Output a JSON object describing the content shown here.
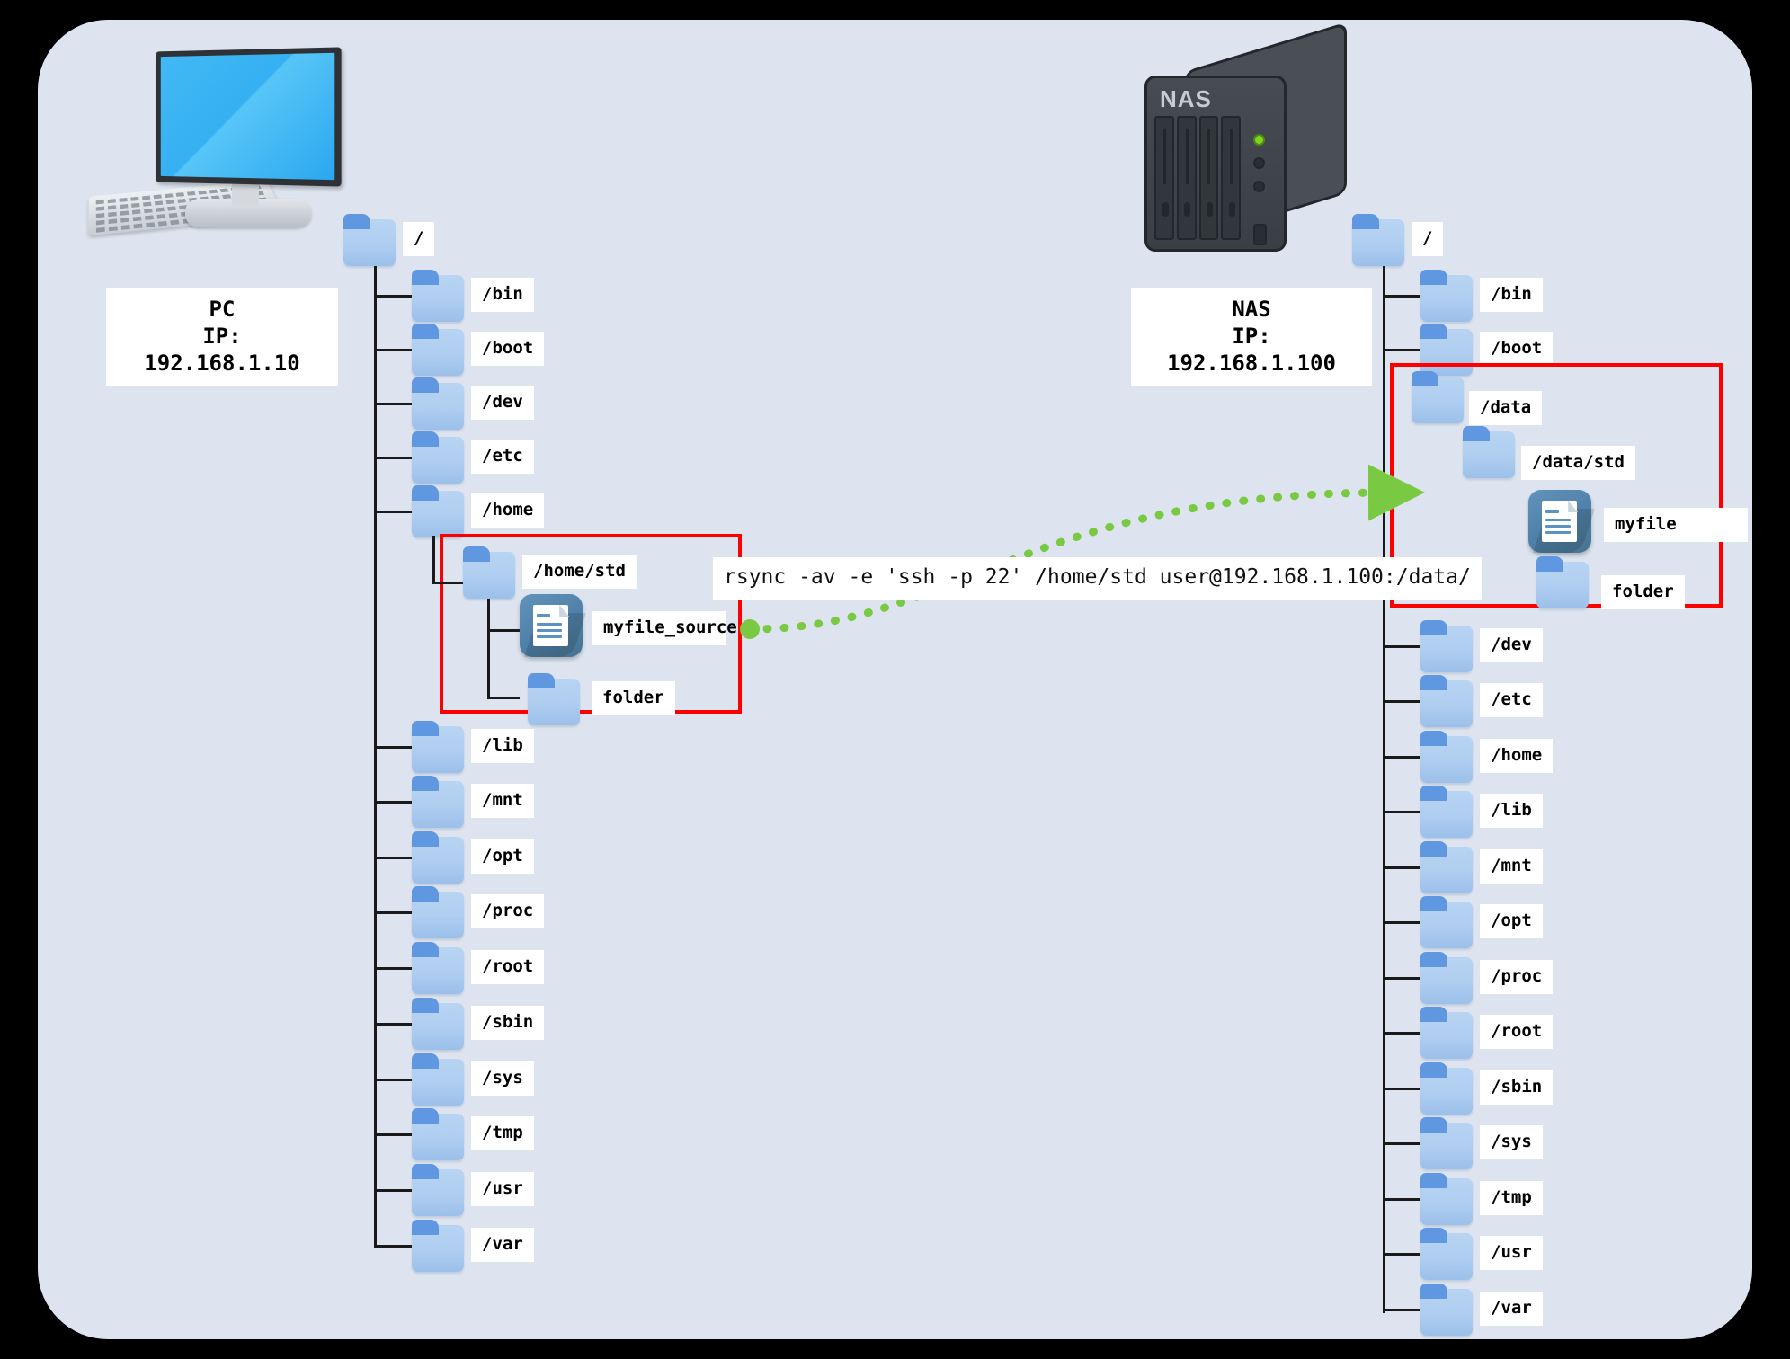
{
  "diagram": {
    "title": "rsync transfer from PC to NAS",
    "background_color": "#dde4ef",
    "highlight_color": "#ff0000",
    "arrow_color": "#7ac943"
  },
  "pc": {
    "device_icon": "desktop-computer-icon",
    "name": "PC",
    "ip": "IP: 192.168.1.10",
    "root_label": "/",
    "tree": [
      {
        "label": "/bin",
        "icon": "folder-icon"
      },
      {
        "label": "/boot",
        "icon": "folder-icon"
      },
      {
        "label": "/dev",
        "icon": "folder-icon"
      },
      {
        "label": "/etc",
        "icon": "folder-icon"
      },
      {
        "label": "/home",
        "icon": "folder-icon"
      },
      {
        "label": "/lib",
        "icon": "folder-icon"
      },
      {
        "label": "/mnt",
        "icon": "folder-icon"
      },
      {
        "label": "/opt",
        "icon": "folder-icon"
      },
      {
        "label": "/proc",
        "icon": "folder-icon"
      },
      {
        "label": "/root",
        "icon": "folder-icon"
      },
      {
        "label": "/sbin",
        "icon": "folder-icon"
      },
      {
        "label": "/sys",
        "icon": "folder-icon"
      },
      {
        "label": "/tmp",
        "icon": "folder-icon"
      },
      {
        "label": "/usr",
        "icon": "folder-icon"
      },
      {
        "label": "/var",
        "icon": "folder-icon"
      }
    ],
    "highlight": {
      "folder_label": "/home/std",
      "file_label": "myfile_source",
      "subfolder_label": "folder"
    }
  },
  "nas": {
    "device_icon": "nas-server-icon",
    "device_brand": "NAS",
    "name": "NAS",
    "ip": "IP: 192.168.1.100",
    "root_label": "/",
    "tree_top": [
      {
        "label": "/bin",
        "icon": "folder-icon"
      },
      {
        "label": "/boot",
        "icon": "folder-icon"
      }
    ],
    "tree_bottom": [
      {
        "label": "/dev",
        "icon": "folder-icon"
      },
      {
        "label": "/etc",
        "icon": "folder-icon"
      },
      {
        "label": "/home",
        "icon": "folder-icon"
      },
      {
        "label": "/lib",
        "icon": "folder-icon"
      },
      {
        "label": "/mnt",
        "icon": "folder-icon"
      },
      {
        "label": "/opt",
        "icon": "folder-icon"
      },
      {
        "label": "/proc",
        "icon": "folder-icon"
      },
      {
        "label": "/root",
        "icon": "folder-icon"
      },
      {
        "label": "/sbin",
        "icon": "folder-icon"
      },
      {
        "label": "/sys",
        "icon": "folder-icon"
      },
      {
        "label": "/tmp",
        "icon": "folder-icon"
      },
      {
        "label": "/usr",
        "icon": "folder-icon"
      },
      {
        "label": "/var",
        "icon": "folder-icon"
      }
    ],
    "highlight": {
      "folder_label": "/data",
      "subfolder_label": "/data/std",
      "file_label": "myfile",
      "nested_folder_label": "folder"
    }
  },
  "command": {
    "text": "rsync -av -e 'ssh -p 22' /home/std user@192.168.1.100:/data/"
  }
}
